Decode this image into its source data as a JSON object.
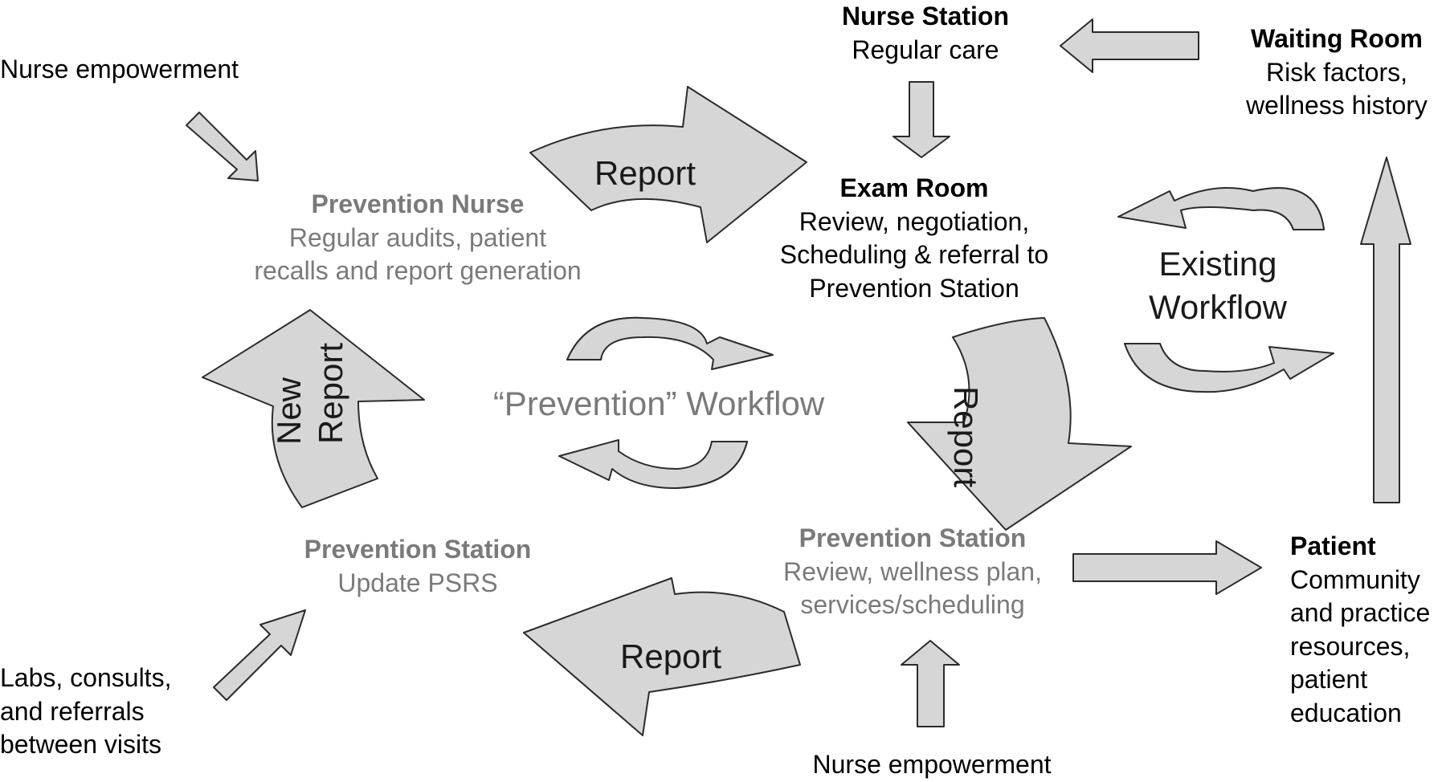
{
  "nodes": {
    "nurse_station": {
      "title": "Nurse Station",
      "sub": "Regular care"
    },
    "waiting_room": {
      "title": "Waiting Room",
      "sub1": "Risk factors,",
      "sub2": "wellness history"
    },
    "exam_room": {
      "title": "Exam Room",
      "sub1": "Review, negotiation,",
      "sub2": "Scheduling & referral to",
      "sub3": "Prevention Station"
    },
    "prevention_nurse": {
      "title": "Prevention Nurse",
      "sub1": "Regular audits, patient",
      "sub2": "recalls and report generation"
    },
    "prevention_station_left": {
      "title": "Prevention Station",
      "sub": "Update PSRS"
    },
    "prevention_station_right": {
      "title": "Prevention Station",
      "sub1": "Review, wellness plan,",
      "sub2": "services/scheduling"
    },
    "patient": {
      "title": "Patient",
      "sub1": "Community",
      "sub2": "and practice",
      "sub3": "resources,",
      "sub4": "patient",
      "sub5": "education"
    }
  },
  "inputs": {
    "nurse_empowerment_top": "Nurse empowerment",
    "nurse_empowerment_bottom": "Nurse empowerment",
    "labs_1": "Labs, consults,",
    "labs_2": "and referrals",
    "labs_3": "between visits"
  },
  "workflows": {
    "existing_1": "Existing",
    "existing_2": "Workflow",
    "prevention": "“Prevention” Workflow"
  },
  "arrow_labels": {
    "report_top": "Report",
    "report_right": "Report",
    "report_bottom": "Report",
    "new": "New",
    "new_report": "Report"
  },
  "colors": {
    "arrow_fill": "#d6d6d6",
    "arrow_dark": "#a6a6a6",
    "outline": "#2b2b2b",
    "muted_text": "#7a7a7a"
  }
}
